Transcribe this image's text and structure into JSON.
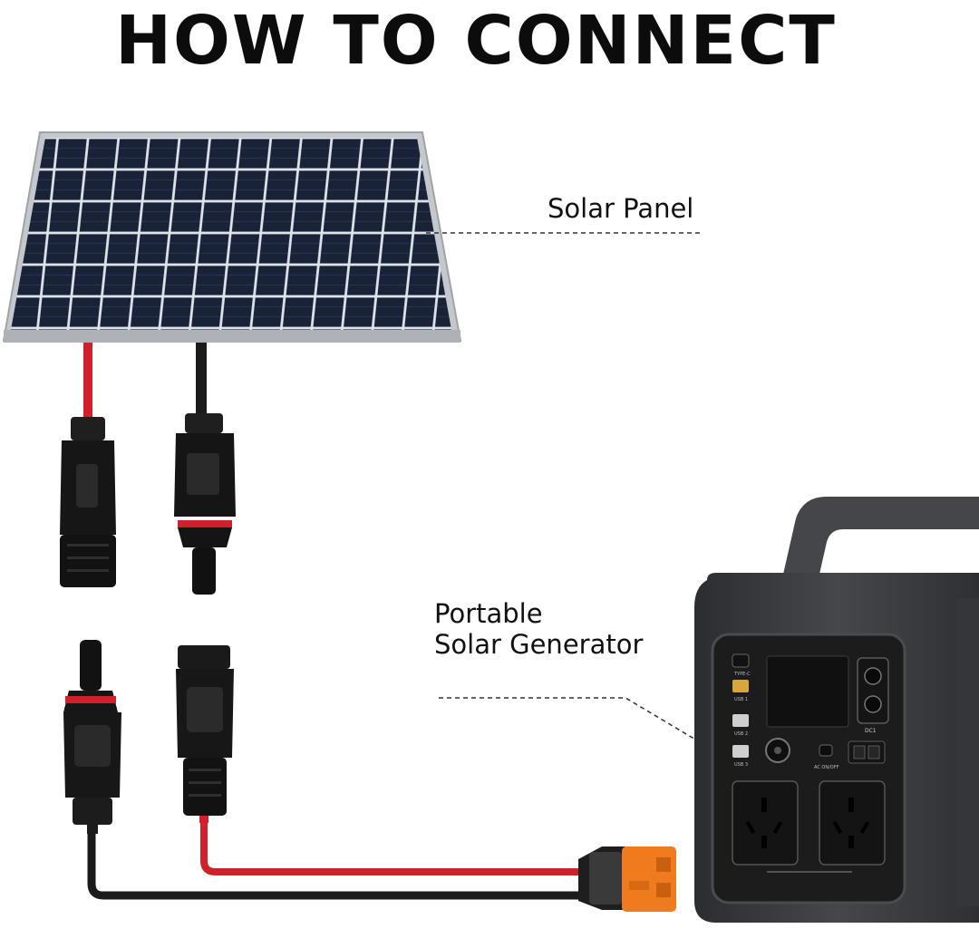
{
  "title": "HOW TO CONNECT",
  "labels": {
    "solar_panel": "Solar Panel",
    "generator_line1": "Portable",
    "generator_line2": "Solar Generator"
  },
  "device_panel_text": {
    "typec": "TYPE-C",
    "usb1": "USB 1",
    "usb2": "USB 2",
    "usb3": "USB 3",
    "dc": "DC1",
    "ac_switch": "AC ON/OFF"
  },
  "colors": {
    "red_cable": "#d1202a",
    "black_cable": "#1b1b1b",
    "xt60_orange": "#f07a1e",
    "panel_cell": "#1a2238",
    "panel_frame": "#b9bcc0",
    "generator_body": "#3b3c3f"
  }
}
